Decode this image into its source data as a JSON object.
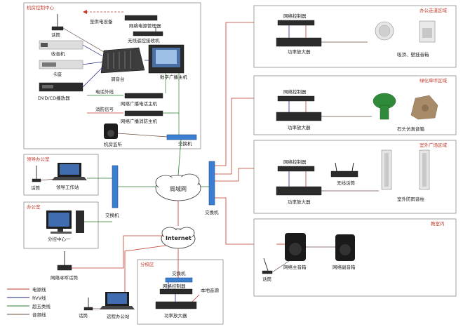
{
  "legend": {
    "power": "电源线",
    "rvv": "RVV线",
    "cat5": "超五类线",
    "audio": "音频线",
    "colors": {
      "power": "#c0392b",
      "rvv": "#1a237e",
      "cat5": "#2e7d32",
      "audio": "#6d4c41"
    }
  },
  "control_center": {
    "title": "机房控制中心",
    "mic": "话筒",
    "radio": "收音机",
    "tape": "卡座",
    "dvd": "DVD/CD播放器",
    "mixer": "调音台",
    "power_mgr": "网络电源管理器",
    "to_devices": "至供电设备",
    "wireless_rx": "无线遥控接收机",
    "host": "数字广播主机",
    "phone_host": "网络广播电话主机",
    "phone_line": "电话外线",
    "fire_host": "网络广播消防主机",
    "fire_signal": "消防信号",
    "monitor": "机房监听",
    "switch": "交换机"
  },
  "lead_office": {
    "title": "领导办公室",
    "mic": "话筒",
    "pc": "领导工作站"
  },
  "office": {
    "title": "办公室",
    "pc": "分控中心一"
  },
  "left_switch": "交换机",
  "lan": "局域网",
  "internet": "Internet",
  "right_switch": "交换机",
  "net_paging": "网络寻呼话筒",
  "remote": {
    "mic": "话筒",
    "pc": "远程办公站"
  },
  "branch": {
    "title": "分校区",
    "switch": "交换机",
    "controller": "网络控制器",
    "local": "本地音源",
    "amp": "功率放大器"
  },
  "zone1": {
    "title": "办公走道区域",
    "controller": "网络控制器",
    "amp": "功率放大器",
    "speaker": "吸顶、壁挂音箱"
  },
  "zone2": {
    "title": "绿化草坪区域",
    "controller": "网络控制器",
    "amp": "功率放大器",
    "speaker": "石头仿真音箱"
  },
  "zone3": {
    "title": "室外广场区域",
    "controller": "网络控制器",
    "wireless": "无线话筒",
    "amp": "功率放大器",
    "speaker": "室外防雨音柱"
  },
  "zone4": {
    "title": "教室内",
    "main": "网络主音箱",
    "sub": "网络副音箱",
    "mic": "话筒"
  }
}
